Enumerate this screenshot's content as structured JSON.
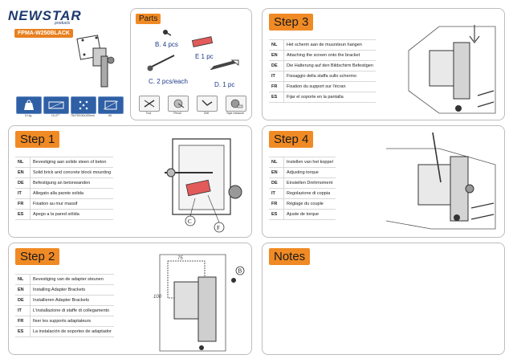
{
  "brand": {
    "name": "NEWSTAR",
    "tagline": "products",
    "model": "FPMA-W250BLACK"
  },
  "spec_icons": [
    {
      "name": "weight-icon",
      "caption": "14 kg"
    },
    {
      "name": "size-icon",
      "caption": "10-27\""
    },
    {
      "name": "vesa-icon",
      "caption": "75x75/100x100mm"
    },
    {
      "name": "tilt-icon",
      "caption": "tilt"
    }
  ],
  "tools": [
    {
      "name": "pen-icon",
      "caption": "Tool"
    },
    {
      "name": "drill-icon",
      "caption": "Pencil"
    },
    {
      "name": "wrench-icon",
      "caption": "Drill"
    },
    {
      "name": "tape-icon",
      "caption": "Tape measure"
    }
  ],
  "parts": {
    "title": "Parts",
    "b": "B. 4 pcs",
    "c": "C. 2 pcs/each",
    "d": "D. 1 pc",
    "e": "E 1 pc"
  },
  "step1": {
    "title": "Step 1",
    "rows": [
      {
        "code": "NL",
        "text": "Bevestiging aan solide steen of beton"
      },
      {
        "code": "EN",
        "text": "Solid brick and concrete block mounting"
      },
      {
        "code": "DE",
        "text": "Befestigung an betonwanden"
      },
      {
        "code": "IT",
        "text": "Allegato alla parete solida"
      },
      {
        "code": "FR",
        "text": "Fixation au mur massif"
      },
      {
        "code": "ES",
        "text": "Apego a la pared sólida"
      }
    ],
    "callouts": [
      "C",
      "F"
    ]
  },
  "step2": {
    "title": "Step 2",
    "rows": [
      {
        "code": "NL",
        "text": "Bevestiging van de adapter steunen"
      },
      {
        "code": "EN",
        "text": "Installing Adapter Brackets"
      },
      {
        "code": "DE",
        "text": "Installieren Adapter Brackets"
      },
      {
        "code": "IT",
        "text": "L'installazione di staffe di collegamento"
      },
      {
        "code": "FR",
        "text": "fixer les supports adaptateurs"
      },
      {
        "code": "ES",
        "text": "La instalación de soportes de adaptador"
      }
    ],
    "callouts": [
      "B"
    ],
    "dims": [
      "75",
      "100"
    ]
  },
  "step3": {
    "title": "Step 3",
    "rows": [
      {
        "code": "NL",
        "text": "Het scherm aan de muursteun hangen"
      },
      {
        "code": "EN",
        "text": "Attaching the screen onto the bracket"
      },
      {
        "code": "DE",
        "text": "Die Halterung auf den Bildschirm Befestigen"
      },
      {
        "code": "IT",
        "text": "Fissaggio della staffa sullo schermo"
      },
      {
        "code": "FR",
        "text": "Fixation du support sur l'écran"
      },
      {
        "code": "ES",
        "text": "Fijar el soporte en la pantalla"
      }
    ]
  },
  "step4": {
    "title": "Step 4",
    "rows": [
      {
        "code": "NL",
        "text": "Instellen van het koppel"
      },
      {
        "code": "EN",
        "text": "Adjusting torque"
      },
      {
        "code": "DE",
        "text": "Einstellen Drehmoment"
      },
      {
        "code": "IT",
        "text": "Regolazione di coppia"
      },
      {
        "code": "FR",
        "text": "Réglage du couple"
      },
      {
        "code": "ES",
        "text": "Ajuste de torque"
      }
    ]
  },
  "notes": {
    "title": "Notes"
  },
  "colors": {
    "accent": "#f08a24",
    "brand": "#1d3a6e",
    "icon_bg": "#2f5fa5"
  }
}
